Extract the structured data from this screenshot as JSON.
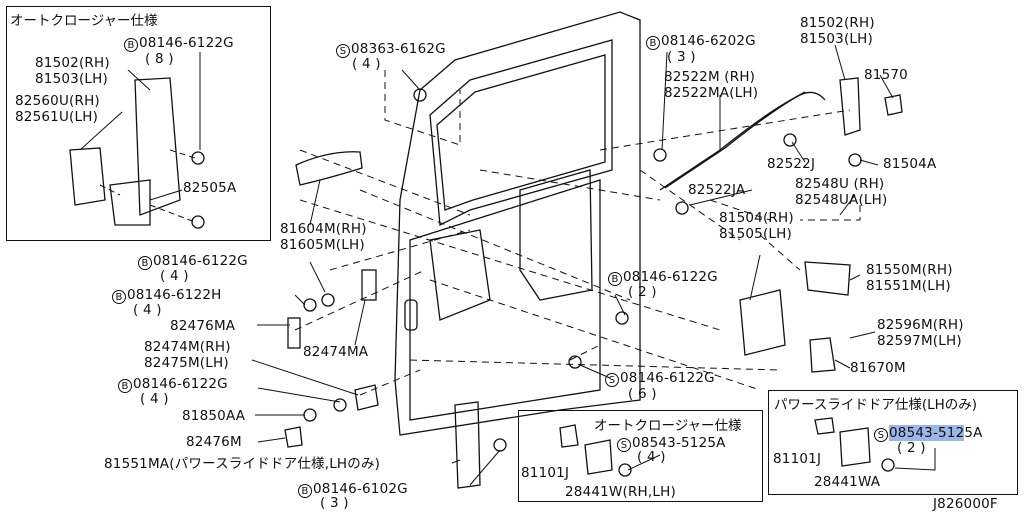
{
  "inset_left": {
    "title": "オートクロージャー仕様",
    "labels": {
      "bolt": "08146-6122G",
      "bolt_qty": "( 8 )",
      "lat_rh": "81502(RH)",
      "lat_lh": "81503(LH)",
      "mot_rh": "82560U(RH)",
      "mot_lh": "82561U(LH)",
      "p82505a": "82505A"
    }
  },
  "main": {
    "s08363": "08363-6162G",
    "s08363_qty": "( 4 )",
    "b6202": "08146-6202G",
    "b6202_qty": "( 3 )",
    "r81502": "81502(RH)",
    "r81503": "81503(LH)",
    "p81570": "81570",
    "p82522m": "82522M  (RH)",
    "p82522ma": "82522MA(LH)",
    "p82522j": "82522J",
    "p81504a": "81504A",
    "p82522ja": "82522JA",
    "p82548u": "82548U  (RH)",
    "p82548ua": "82548UA(LH)",
    "p81504": "81504(RH)",
    "p81505": "81505(LH)",
    "p81604m": "81604M(RH)",
    "p81605m": "81605M(LH)",
    "b6122g_a": "08146-6122G",
    "b6122g_a_qty": "( 4 )",
    "b6122h": "08146-6122H",
    "b6122h_qty": "( 4 )",
    "b6122g_b": "08146-6122G",
    "b6122g_b_qty": "( 2 )",
    "p81550m": "81550M(RH)",
    "p81551m": "81551M(LH)",
    "p82476ma": "82476MA",
    "p82474ma": "82474MA",
    "p82596m": "82596M(RH)",
    "p82597m": "82597M(LH)",
    "p82474m": "82474M(RH)",
    "p82475m": "82475M(LH)",
    "b6122g_c": "08146-6122G",
    "b6122g_c_qty": "( 4 )",
    "s6122g": "08146-6122G",
    "s6122g_qty": "( 6 )",
    "p81670m": "81670M",
    "p81850aa": "81850AA",
    "p82476m": "82476M",
    "p81551ma": "81551MA(パワースライドドア仕様,LHのみ)",
    "b6102g": "08146-6102G",
    "b6102g_qty": "( 3 )",
    "code": "J826000F"
  },
  "inset_mid": {
    "title": "オートクロージャー仕様",
    "s5125a": "08543-5125A",
    "s5125a_qty": "( 4 )",
    "p81101j": "81101J",
    "p28441w": "28441W(RH,LH)"
  },
  "inset_right": {
    "title": "パワースライドドア仕様(LHのみ)",
    "s5125a_hl": "08543-512",
    "s5125a_tail": "5A",
    "s5125a_qty": "( 2 )",
    "p81101j": "81101J",
    "p28441wa": "28441WA"
  },
  "markers": {
    "b": "B",
    "s": "S"
  }
}
